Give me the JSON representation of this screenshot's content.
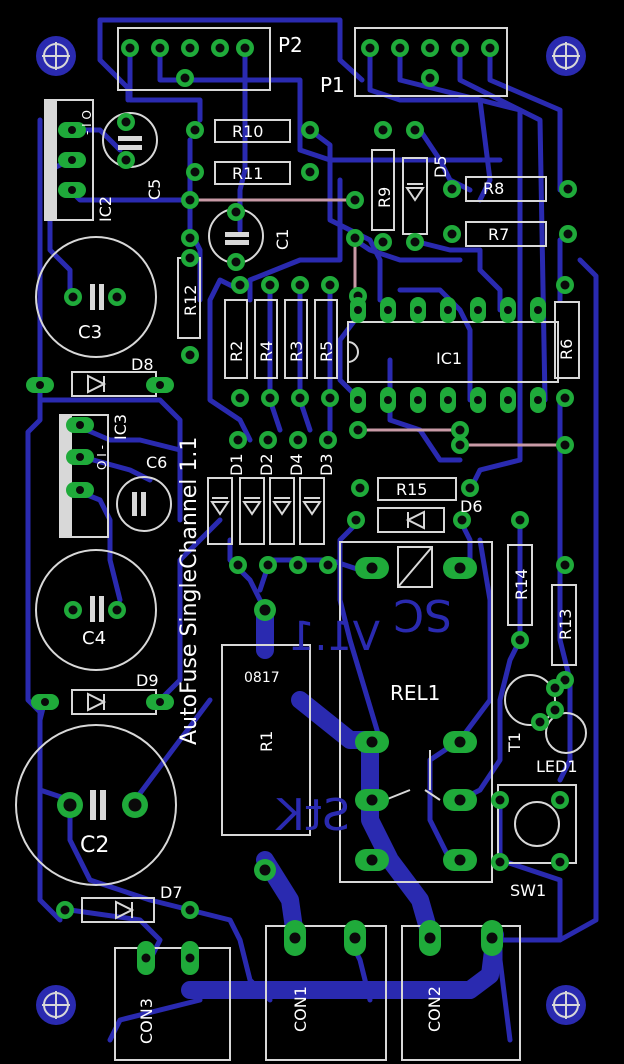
{
  "board": {
    "title": "AutoFuse SingleChannel 1.1",
    "colors": {
      "background": "#000000",
      "trace": "#2a2ab0",
      "pad": "#1faa3a",
      "silkscreen": "#d8d8d8",
      "jumper": "#c89aa6"
    }
  },
  "labels": {
    "P2": "P2",
    "P1": "P1",
    "R10": "R10",
    "R11": "R11",
    "R9": "R9",
    "D5": "D5",
    "R8": "R8",
    "R7": "R7",
    "C5": "C5",
    "IC2": "IC2",
    "C1": "C1",
    "C3": "C3",
    "R12": "R12",
    "R2": "R2",
    "R4": "R4",
    "R3": "R3",
    "R5": "R5",
    "IC1": "IC1",
    "R6": "R6",
    "D8": "D8",
    "IC3": "IC3",
    "C6": "C6",
    "D1": "D1",
    "D2": "D2",
    "D4": "D4",
    "D3": "D3",
    "R15": "R15",
    "D6": "D6",
    "C4": "C4",
    "R14": "R14",
    "R13": "R13",
    "D9": "D9",
    "R1": "R1",
    "R1_value": "0817",
    "REL1": "REL1",
    "T1": "T1",
    "LED1": "LED1",
    "C2": "C2",
    "SW1": "SW1",
    "D7": "D7",
    "CON3": "CON3",
    "CON1": "CON1",
    "CON2": "CON2",
    "mirror_sc": "SC",
    "mirror_ver": "V1.1",
    "mirror_stk": "StK"
  }
}
